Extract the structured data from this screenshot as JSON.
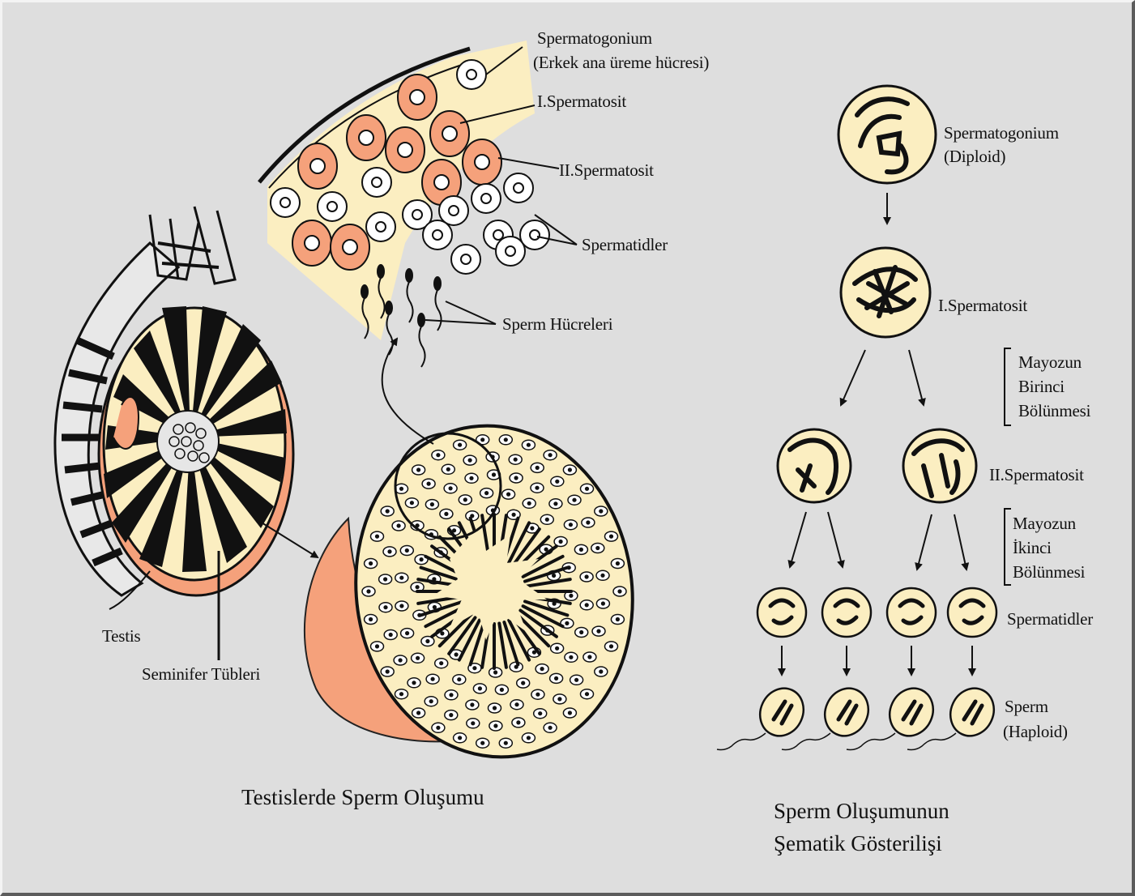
{
  "colors": {
    "background": "#dcdcdc",
    "cell_fill": "#fbeec1",
    "tissue_orange": "#f5a17b",
    "ink": "#111111"
  },
  "left_labels": {
    "spermatogonium": "Spermatogonium",
    "spermatogonium_sub": "(Erkek ana üreme hücresi)",
    "spermatocyte_1": "I.Spermatosit",
    "spermatocyte_2": "II.Spermatosit",
    "spermatids": "Spermatidler",
    "sperm_cells": "Sperm Hücreleri",
    "testis": "Testis",
    "tubules": "Seminifer Tübleri"
  },
  "right_labels": {
    "spermatogonium": "Spermatogonium",
    "diploid": "(Diploid)",
    "spermatocyte_1": "I.Spermatosit",
    "meiosis1_a": "Mayozun",
    "meiosis1_b": "Birinci",
    "meiosis1_c": "Bölünmesi",
    "spermatocyte_2": "II.Spermatosit",
    "meiosis2_a": "Mayozun",
    "meiosis2_b": "İkinci",
    "meiosis2_c": "Bölünmesi",
    "spermatids": "Spermatidler",
    "sperm": "Sperm",
    "haploid": "(Haploid)"
  },
  "captions": {
    "left": "Testislerde Sperm Oluşumu",
    "right_line1": "Sperm Oluşumunun",
    "right_line2": "Şematik Gösterilişi"
  }
}
